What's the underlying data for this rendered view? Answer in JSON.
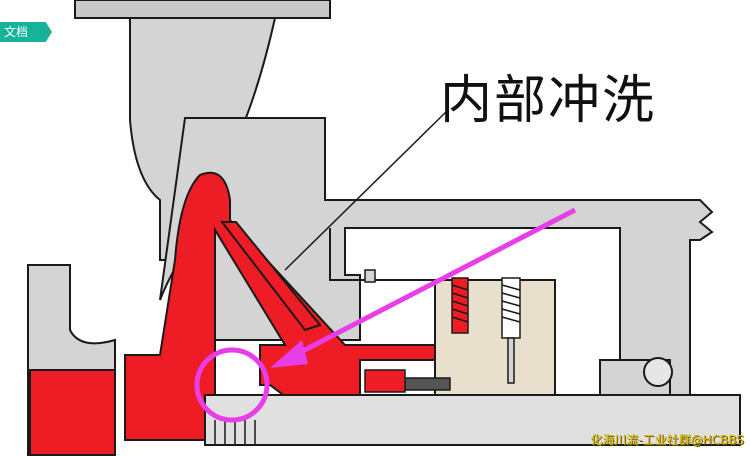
{
  "badge": {
    "text": "文档"
  },
  "diagram": {
    "title": "内部冲洗"
  },
  "watermark": {
    "text": "化海川流-工业社群@HCBBS"
  },
  "colors": {
    "body_gray": "#d4d4d4",
    "flush_red": "#ee1c24",
    "outline": "#1a1a1a",
    "arrow_magenta": "#e83ee8",
    "badge_teal": "#16b39a"
  },
  "icons": [
    "callout-circle",
    "flush-arrow"
  ]
}
